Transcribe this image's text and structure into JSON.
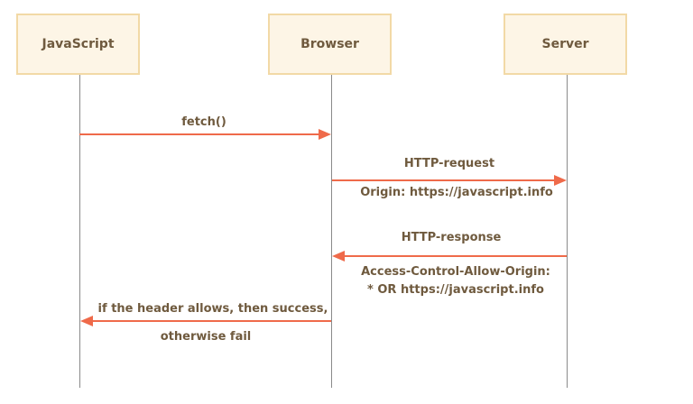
{
  "actors": {
    "javascript": "JavaScript",
    "browser": "Browser",
    "server": "Server"
  },
  "messages": {
    "fetch": "fetch()",
    "http_request": "HTTP-request",
    "origin_header": "Origin: https://javascript.info",
    "http_response": "HTTP-response",
    "acao_line1": "Access-Control-Allow-Origin:",
    "acao_line2": "* OR https://javascript.info",
    "result_line1": "if the header allows, then success,",
    "result_line2": "otherwise fail"
  },
  "colors": {
    "arrow": "#ef6a4a",
    "text": "#6f5a3e",
    "actor_fill": "#fdf5e6",
    "actor_border": "#f2d9a6",
    "lifeline": "#8a8a8a"
  }
}
